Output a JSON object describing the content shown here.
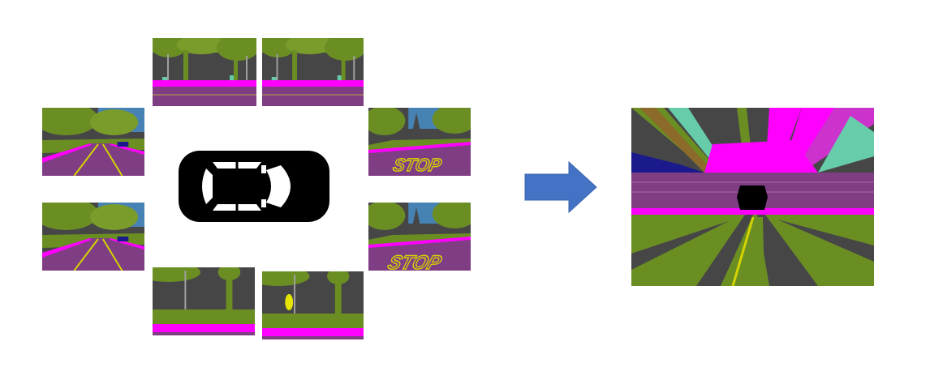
{
  "colors": {
    "road": "#7f3e83",
    "road_dark": "#6b3470",
    "sidewalk": "#ff00ff",
    "vegetation": "#6b8e23",
    "vegetation_light": "#8fae3a",
    "building": "#464646",
    "sky": "#4682b4",
    "lane": "#d4d400",
    "arrow": "#4472c4",
    "car_body": "#000000"
  },
  "diagram": {
    "cameras": [
      {
        "id": "front-left",
        "view": "trees"
      },
      {
        "id": "front-right",
        "view": "trees"
      },
      {
        "id": "left-front",
        "view": "road-left"
      },
      {
        "id": "left-rear",
        "view": "road-left"
      },
      {
        "id": "right-front",
        "view": "stop"
      },
      {
        "id": "right-rear",
        "view": "stop"
      },
      {
        "id": "rear-left",
        "view": "rear"
      },
      {
        "id": "rear-right",
        "view": "rear"
      }
    ],
    "stop_marking": "STOP",
    "output": "bev-semantic-map"
  }
}
